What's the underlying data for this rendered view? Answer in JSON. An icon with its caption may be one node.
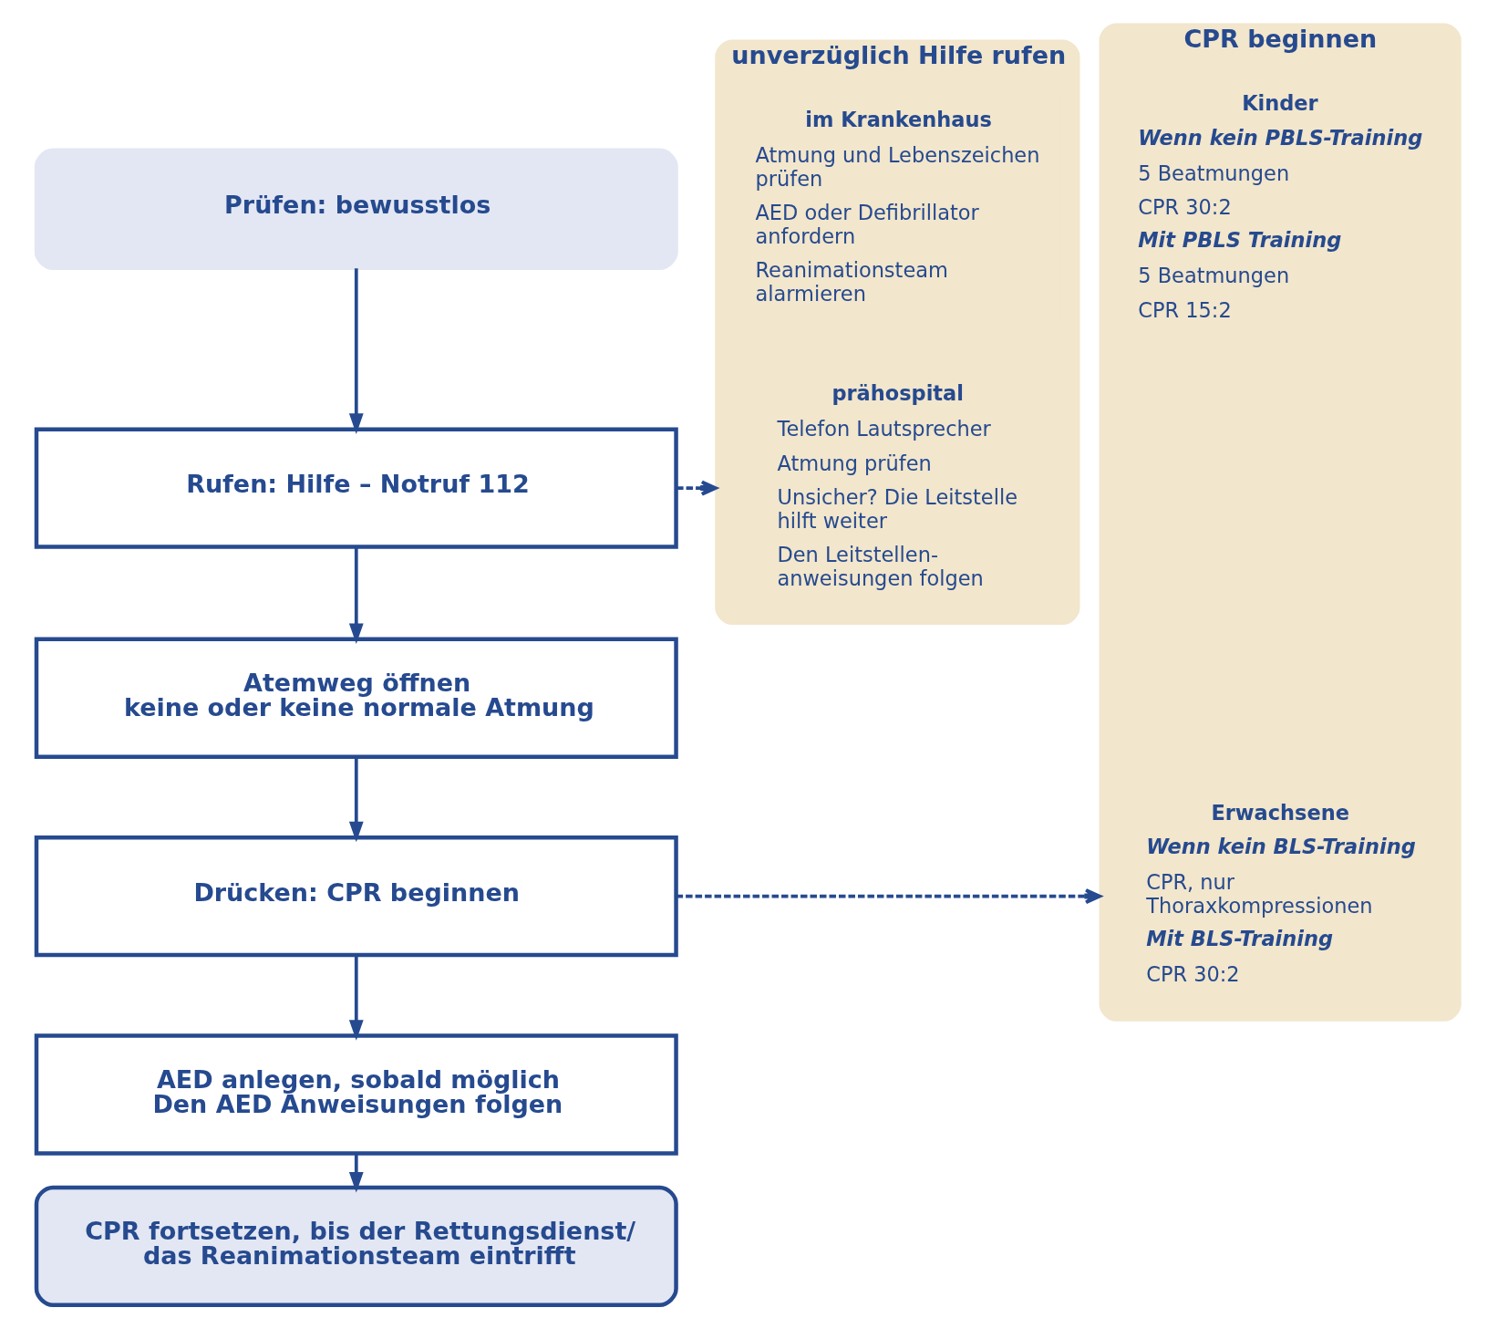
{
  "diagram": {
    "nodes": [
      {
        "text": [
          "Prüfen: bewusstlos"
        ]
      },
      {
        "text": [
          "Rufen: Hilfe – Notruf 112"
        ]
      },
      {
        "text": [
          "Atemweg öffnen",
          "keine oder keine normale Atmung"
        ]
      },
      {
        "text": [
          "Drücken: CPR beginnen"
        ]
      },
      {
        "text": [
          "AED anlegen, sobald möglich",
          "Den AED Anweisungen folgen"
        ]
      },
      {
        "text": [
          "CPR fortsetzen, bis der Rettungsdienst/ das Reanimationsteam eintrifft"
        ]
      },
      {
        "text": [
          "unverzüglich Hilfe rufen"
        ]
      },
      {
        "text": [
          "prähospital",
          "Telefon Lautsprecher",
          "Atmung prüfen",
          "Unsicher? Die Leitstelle hilft weiter",
          "Den Leitstellen- anweisungen folgen"
        ],
        "in": 6
      },
      {
        "text": [
          "im Krankenhaus",
          "Atmung und Lebenszeichen prüfen",
          "AED oder Defibrillator anfordern",
          "Reanimationsteam alarmieren"
        ],
        "in": 6
      },
      {
        "text": [
          "CPR beginnen"
        ]
      },
      {
        "text": [
          "Erwachsene",
          "Wenn kein BLS-Training",
          "CPR, nur Thoraxkompressionen",
          "Mit BLS-Training",
          "CPR 30:2"
        ],
        "in": 9
      },
      {
        "text": [
          "Kinder",
          "Wenn kein PBLS-Training",
          "5 Beatmungen",
          "CPR 30:2",
          "Mit PBLS Training",
          "5 Beatmungen",
          "CPR 15:2"
        ],
        "in": 9
      }
    ],
    "edges": [
      {
        "from": 0,
        "to": 1,
        "arrow": "to"
      },
      {
        "from": 1,
        "to": 2,
        "arrow": "to"
      },
      {
        "from": 2,
        "to": 3,
        "arrow": "to"
      },
      {
        "from": 3,
        "to": 4,
        "arrow": "to"
      },
      {
        "from": 4,
        "to": 5,
        "arrow": "to"
      },
      {
        "from": 1,
        "to": 6,
        "arrow": "to",
        "style": "dashed"
      },
      {
        "from": 3,
        "to": 9,
        "arrow": "to",
        "style": "dashed"
      }
    ]
  }
}
